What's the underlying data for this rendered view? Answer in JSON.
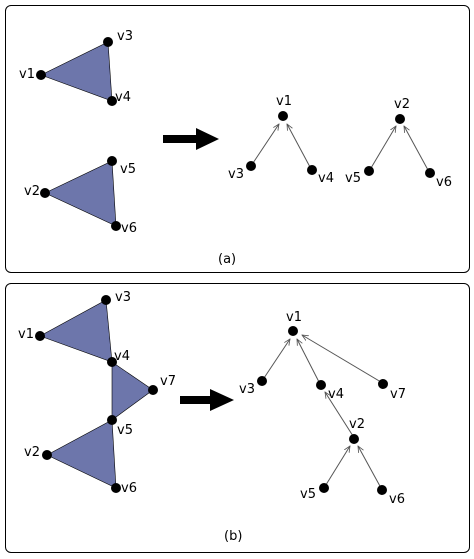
{
  "panels": [
    {
      "caption": "(a)",
      "triangles": [
        {
          "vertices": [
            "v1",
            "v3",
            "v4"
          ]
        },
        {
          "vertices": [
            "v2",
            "v5",
            "v6"
          ]
        }
      ],
      "tree_edges": [
        [
          "v3",
          "v1"
        ],
        [
          "v4",
          "v1"
        ],
        [
          "v5",
          "v2"
        ],
        [
          "v6",
          "v2"
        ]
      ]
    },
    {
      "caption": "(b)",
      "triangles": [
        {
          "vertices": [
            "v1",
            "v3",
            "v4"
          ]
        },
        {
          "vertices": [
            "v4",
            "v7",
            "v5"
          ]
        },
        {
          "vertices": [
            "v2",
            "v5",
            "v6"
          ]
        }
      ],
      "tree_edges": [
        [
          "v3",
          "v1"
        ],
        [
          "v4",
          "v1"
        ],
        [
          "v7",
          "v1"
        ],
        [
          "v2",
          "v4"
        ],
        [
          "v5",
          "v2"
        ],
        [
          "v6",
          "v2"
        ]
      ]
    }
  ],
  "labels": {
    "v1": "v1",
    "v2": "v2",
    "v3": "v3",
    "v4": "v4",
    "v5": "v5",
    "v6": "v6",
    "v7": "v7"
  },
  "colors": {
    "triangle_fill": "#6d76ab",
    "edge": "#555555",
    "node": "#000000",
    "big_arrow": "#000000"
  }
}
